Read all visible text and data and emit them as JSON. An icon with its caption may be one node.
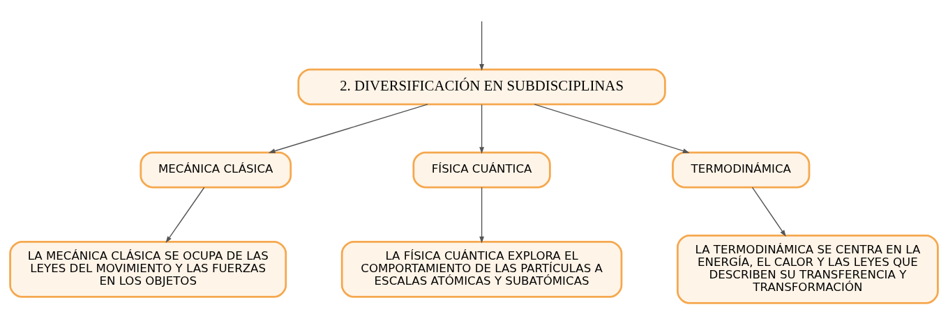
{
  "diagram": {
    "nodes": [
      {
        "text": [
          "2. DIVERSIFICACIÓN EN SUBDISCIPLINAS"
        ]
      },
      {
        "text": [
          "MECÁNICA CLÁSICA"
        ]
      },
      {
        "text": [
          "FÍSICA CUÁNTICA"
        ]
      },
      {
        "text": [
          "TERMODINÁMICA"
        ]
      },
      {
        "text": [
          "LA MECÁNICA CLÁSICA SE OCUPA DE LAS LEYES DEL MOVIMIENTO Y LAS FUERZAS EN LOS OBJETOS"
        ]
      },
      {
        "text": [
          "LA FÍSICA CUÁNTICA EXPLORA EL COMPORTAMIENTO DE LAS PARTÍCULAS A ESCALAS ATÓMICAS Y SUBATÓMICAS"
        ]
      },
      {
        "text": [
          "LA TERMODINÁMICA SE CENTRA EN LA ENERGÍA, EL CALOR Y LAS LEYES QUE DESCRIBEN SU TRANSFERENCIA Y TRANSFORMACIÓN"
        ]
      }
    ],
    "edges": [
      {
        "from": null,
        "to": 0,
        "arrow": "to"
      },
      {
        "from": 0,
        "to": 1,
        "arrow": "to"
      },
      {
        "from": 0,
        "to": 2,
        "arrow": "to"
      },
      {
        "from": 0,
        "to": 3,
        "arrow": "to"
      },
      {
        "from": 1,
        "to": 4,
        "arrow": "to"
      },
      {
        "from": 2,
        "to": 5,
        "arrow": "to"
      },
      {
        "from": 3,
        "to": 6,
        "arrow": "to"
      }
    ]
  }
}
